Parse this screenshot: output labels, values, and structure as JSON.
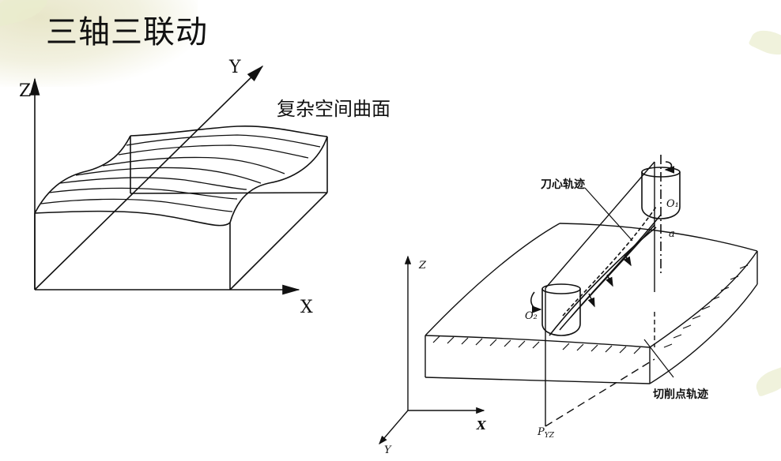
{
  "page": {
    "title": "三轴三联动"
  },
  "left_diagram": {
    "axis_z": "Z",
    "axis_y": "Y",
    "axis_x": "X",
    "surface_label": "复杂空间曲面"
  },
  "right_diagram": {
    "axis_z": "Z",
    "axis_x": "X",
    "axis_y": "Y",
    "cutter_path_label": "刀心轨迹",
    "cut_point_path_label": "切削点轨迹",
    "center_top": "O₁",
    "center_bottom": "O₂",
    "point_a": "a",
    "plane_label": "P",
    "plane_subscript": "YZ"
  }
}
